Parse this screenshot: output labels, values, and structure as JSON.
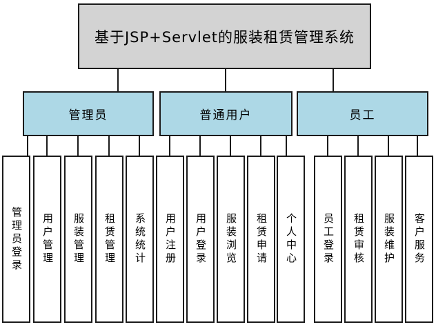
{
  "diagram": {
    "title": "基于JSP+Servlet的服装租赁管理系统",
    "colors": {
      "title_fill": "#d3d3d3",
      "group_fill": "#add8e6",
      "leaf_fill": "#ffffff",
      "border": "#1a1a1a",
      "text": "#000000"
    },
    "groups": [
      {
        "label": "管理员",
        "children": [
          "管理员登录",
          "用户管理",
          "服装管理",
          "租赁管理",
          "系统统计"
        ]
      },
      {
        "label": "普通用户",
        "children": [
          "用户注册",
          "用户登录",
          "服装浏览",
          "租赁申请",
          "个人中心"
        ]
      },
      {
        "label": "员工",
        "children": [
          "员工登录",
          "租赁审核",
          "服装维护",
          "客户服务"
        ]
      }
    ]
  }
}
